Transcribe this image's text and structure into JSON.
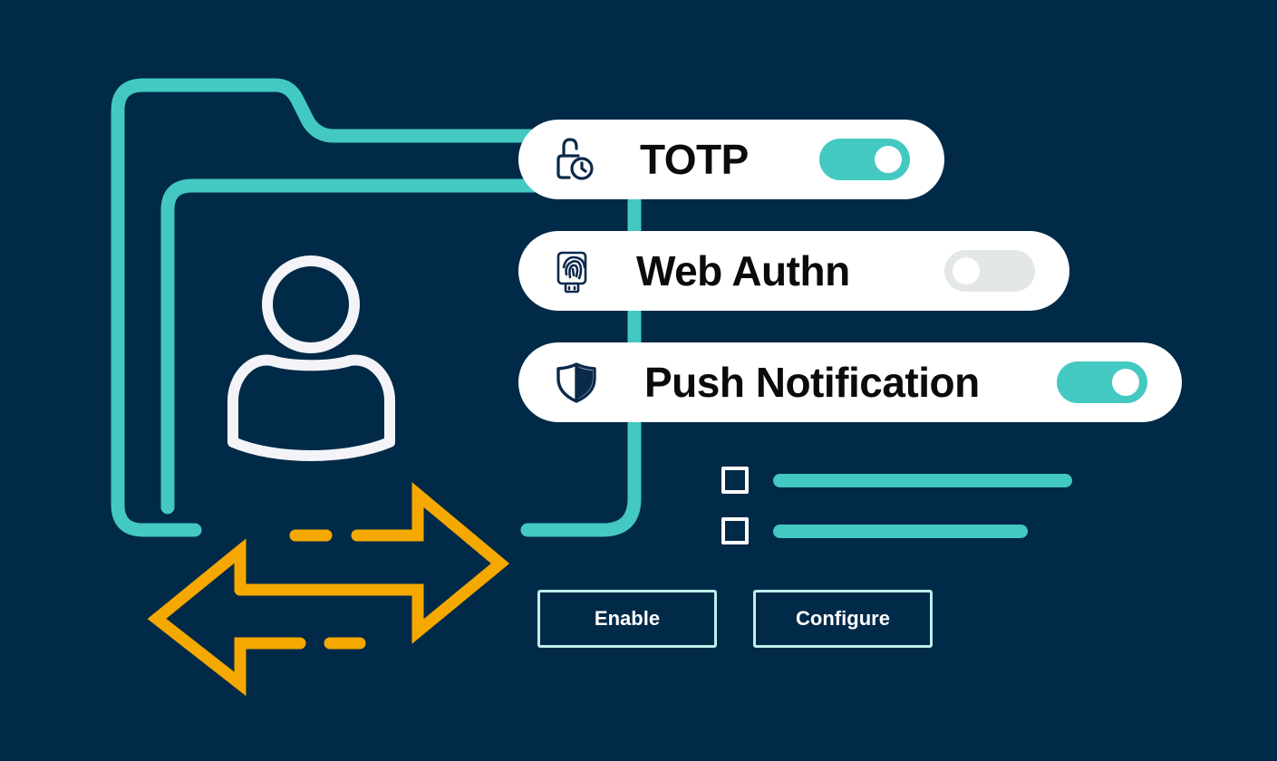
{
  "methods": [
    {
      "label": "TOTP",
      "icon": "lock-clock-icon",
      "enabled": true
    },
    {
      "label": "Web Authn",
      "icon": "fingerprint-key-icon",
      "enabled": false
    },
    {
      "label": "Push Notification",
      "icon": "shield-icon",
      "enabled": true
    }
  ],
  "buttons": {
    "enable_label": "Enable",
    "configure_label": "Configure"
  },
  "colors": {
    "background": "#002a48",
    "accent": "#43c8c2",
    "arrows": "#f5a800",
    "card": "#ffffff",
    "avatar": "#f4f4f8"
  },
  "illustration": {
    "folder_icon": "folder-icon",
    "user_icon": "user-avatar-icon",
    "arrows_icon": "swap-arrows-icon"
  }
}
